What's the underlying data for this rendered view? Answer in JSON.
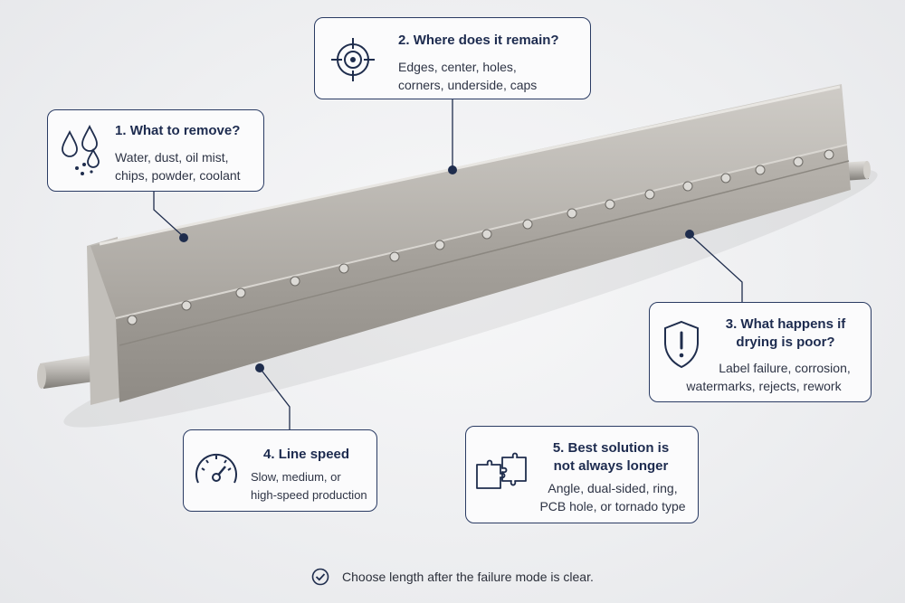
{
  "colors": {
    "navy": "#1f2d4d",
    "steel": "#a9a6a2",
    "background": "#efeff1"
  },
  "callouts": [
    {
      "number": "1.",
      "title": "What to remove?",
      "lines": [
        "Water, dust, oil mist,",
        "chips, powder, coolant"
      ],
      "icon": "water-drops-icon"
    },
    {
      "number": "2.",
      "title": "Where does it remain?",
      "lines": [
        "Edges, center, holes,",
        "corners, underside, caps"
      ],
      "icon": "target-crosshair-icon"
    },
    {
      "number": "3.",
      "title_lines": [
        "What happens if",
        "drying is poor?"
      ],
      "lines": [
        "Label failure, corrosion,",
        "watermarks, rejects, rework"
      ],
      "icon": "warning-shield-icon"
    },
    {
      "number": "4.",
      "title": "Line speed",
      "lines": [
        "Slow, medium, or",
        "high-speed production"
      ],
      "icon": "speedometer-icon"
    },
    {
      "number": "5.",
      "title_lines": [
        "Best solution is",
        "not always longer"
      ],
      "lines": [
        "Angle, dual-sided, ring,",
        "PCB hole, or tornado type"
      ],
      "icon": "puzzle-pieces-icon"
    }
  ],
  "footer": {
    "text": "Choose length after the failure mode is clear.",
    "icon": "check-circle-icon"
  }
}
